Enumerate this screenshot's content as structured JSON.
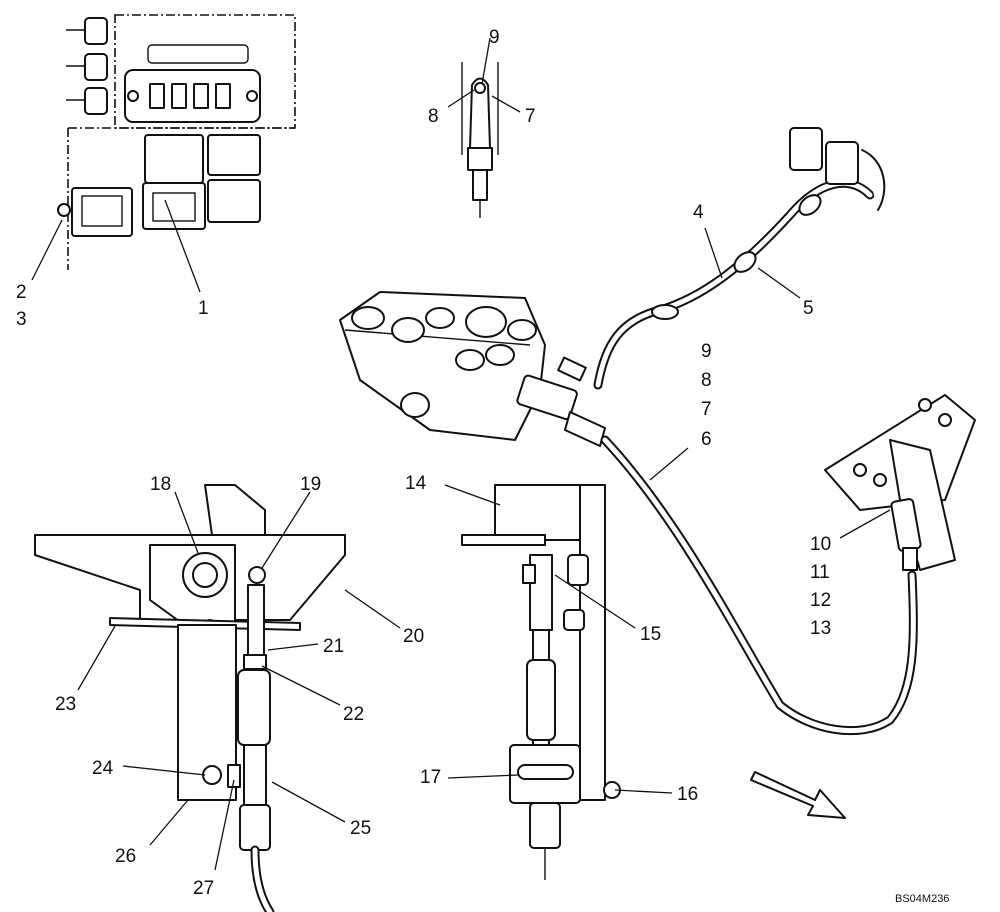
{
  "callouts": {
    "c1": "1",
    "c2": "2",
    "c3": "3",
    "c4": "4",
    "c5": "5",
    "c6": "6",
    "c7a": "7",
    "c7b": "7",
    "c8a": "8",
    "c8b": "8",
    "c9a": "9",
    "c9b": "9",
    "c10": "10",
    "c11": "11",
    "c12": "12",
    "c13": "13",
    "c14": "14",
    "c15": "15",
    "c16": "16",
    "c17": "17",
    "c18": "18",
    "c19": "19",
    "c20": "20",
    "c21": "21",
    "c22": "22",
    "c23": "23",
    "c24": "24",
    "c25": "25",
    "c26": "26",
    "c27": "27"
  },
  "drawing_code": "BS04M236"
}
